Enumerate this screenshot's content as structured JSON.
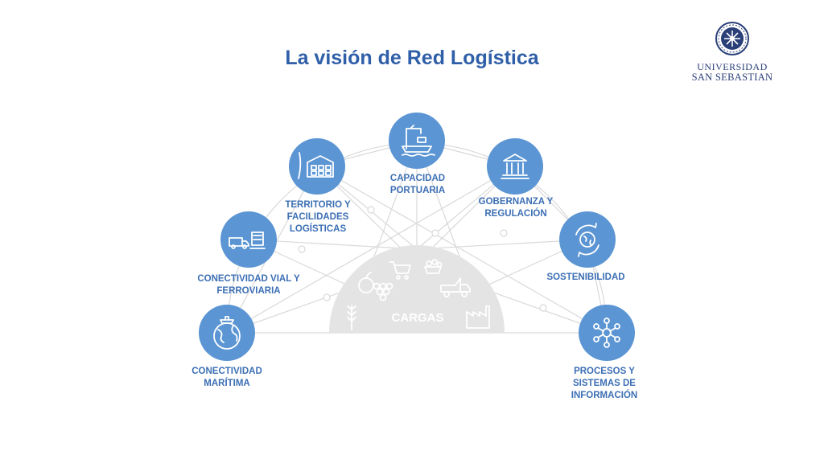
{
  "title": "La visión de Red Logística",
  "logo": {
    "line1": "UNIVERSIDAD",
    "line2": "SAN SEBASTIAN",
    "seal_icon": "university-seal-icon"
  },
  "center": {
    "label": "CARGAS",
    "icons": [
      "apple-icon",
      "grapes-icon",
      "cart-icon",
      "coal-cart-icon",
      "dump-truck-icon",
      "factory-icon",
      "wheat-icon"
    ]
  },
  "nodes": [
    {
      "id": "maritima",
      "label": "CONECTIVIDAD\nMARÍTIMA",
      "icon": "globe-ship-icon"
    },
    {
      "id": "vial",
      "label": "CONECTIVIDAD VIAL Y\nFERROVIARIA",
      "icon": "truck-train-icon"
    },
    {
      "id": "territorio",
      "label": "TERRITORIO Y\nFACILIDADES\nLOGÍSTICAS",
      "icon": "warehouse-map-icon"
    },
    {
      "id": "portuaria",
      "label": "CAPACIDAD\nPORTUARIA",
      "icon": "port-crane-icon"
    },
    {
      "id": "gobernanza",
      "label": "GOBERNANZA Y\nREGULACIÓN",
      "icon": "government-building-icon"
    },
    {
      "id": "sostenibilidad",
      "label": "SOSTENIBILIDAD",
      "icon": "recycle-globe-icon"
    },
    {
      "id": "procesos",
      "label": "PROCESOS Y\nSISTEMAS DE\nINFORMACIÓN",
      "icon": "network-nodes-icon"
    }
  ],
  "colors": {
    "node": "#5b95d3",
    "text": "#3c6fb4",
    "title": "#2f5fa8",
    "dome": "#e4e4e4",
    "lines": "#d9d9d9"
  }
}
